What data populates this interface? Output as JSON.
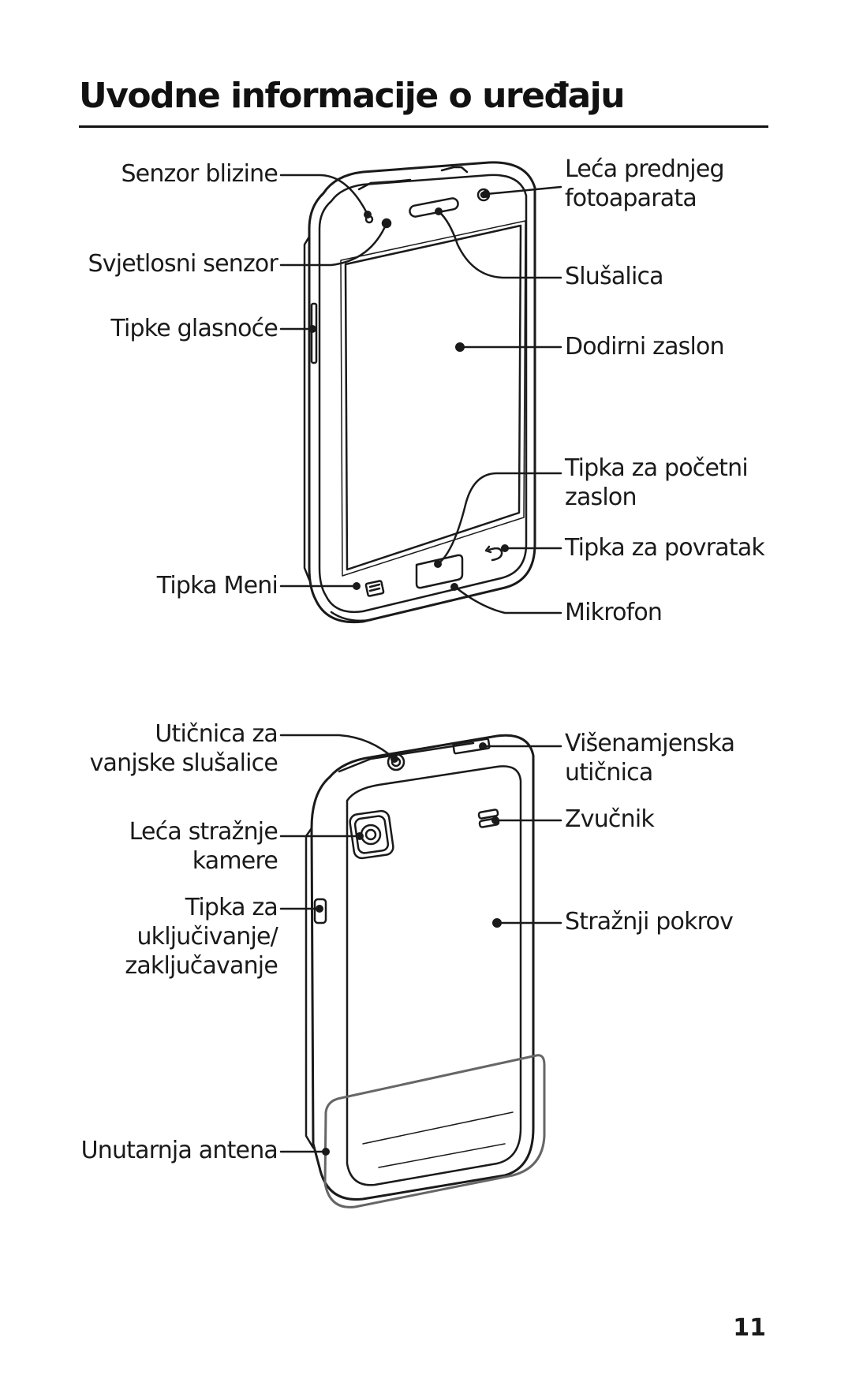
{
  "page": {
    "title": "Uvodne informacije o uređaju",
    "page_number": "11"
  },
  "front_view": {
    "proximity_sensor": "Senzor blizine",
    "light_sensor": "Svjetlosni senzor",
    "volume_keys": "Tipke glasnoće",
    "menu_key": "Tipka Meni",
    "front_camera_line1": "Leća prednjeg",
    "front_camera_line2": "fotoaparata",
    "earpiece": "Slušalica",
    "touch_screen": "Dodirni zaslon",
    "home_key_line1": "Tipka za početni",
    "home_key_line2": "zaslon",
    "back_key": "Tipka za povratak",
    "microphone": "Mikrofon"
  },
  "back_view": {
    "headset_jack_line1": "Utičnica za",
    "headset_jack_line2": "vanjske slušalice",
    "rear_camera_line1": "Leća stražnje",
    "rear_camera_line2": "kamere",
    "power_key_line1": "Tipka za",
    "power_key_line2": "uključivanje/",
    "power_key_line3": "zaključavanje",
    "internal_antenna": "Unutarnja antena",
    "multipurpose_jack_line1": "Višenamjenska",
    "multipurpose_jack_line2": "utičnica",
    "speaker": "Zvučnik",
    "back_cover": "Stražnji pokrov"
  }
}
